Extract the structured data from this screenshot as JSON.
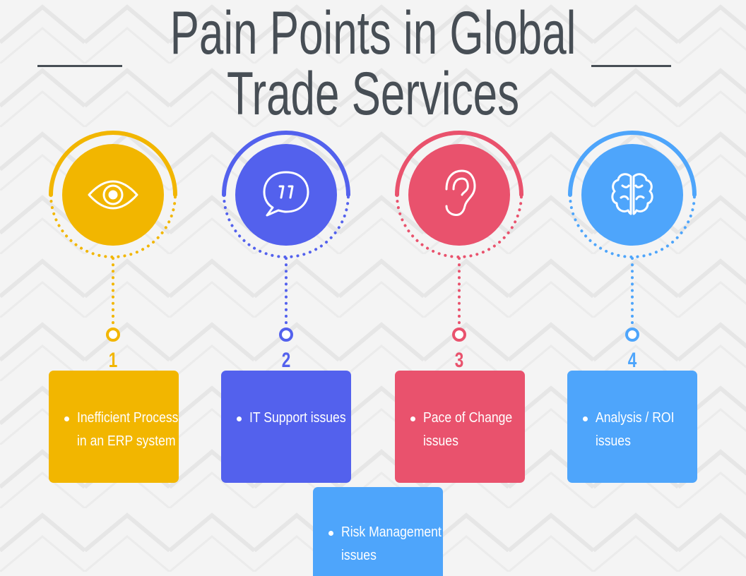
{
  "title": {
    "line1": "Pain Points in Global",
    "line2": "Trade Services"
  },
  "colors": {
    "background": "#f4f4f4",
    "title": "#474e55",
    "stage1": "#f2b600",
    "stage2": "#5361ed",
    "stage3": "#e9526d",
    "stage4": "#4ea5fb",
    "extra": "#4ea5fb"
  },
  "stages": [
    {
      "number": "1",
      "icon": "eye-icon",
      "text": "Inefficient Process in an ERP system"
    },
    {
      "number": "2",
      "icon": "quote-bubble-icon",
      "text": "IT Support issues"
    },
    {
      "number": "3",
      "icon": "ear-icon",
      "text": "Pace of Change issues"
    },
    {
      "number": "4",
      "icon": "brain-icon",
      "text": "Analysis / ROI issues"
    }
  ],
  "extra_box": {
    "text": "Risk Management issues"
  }
}
